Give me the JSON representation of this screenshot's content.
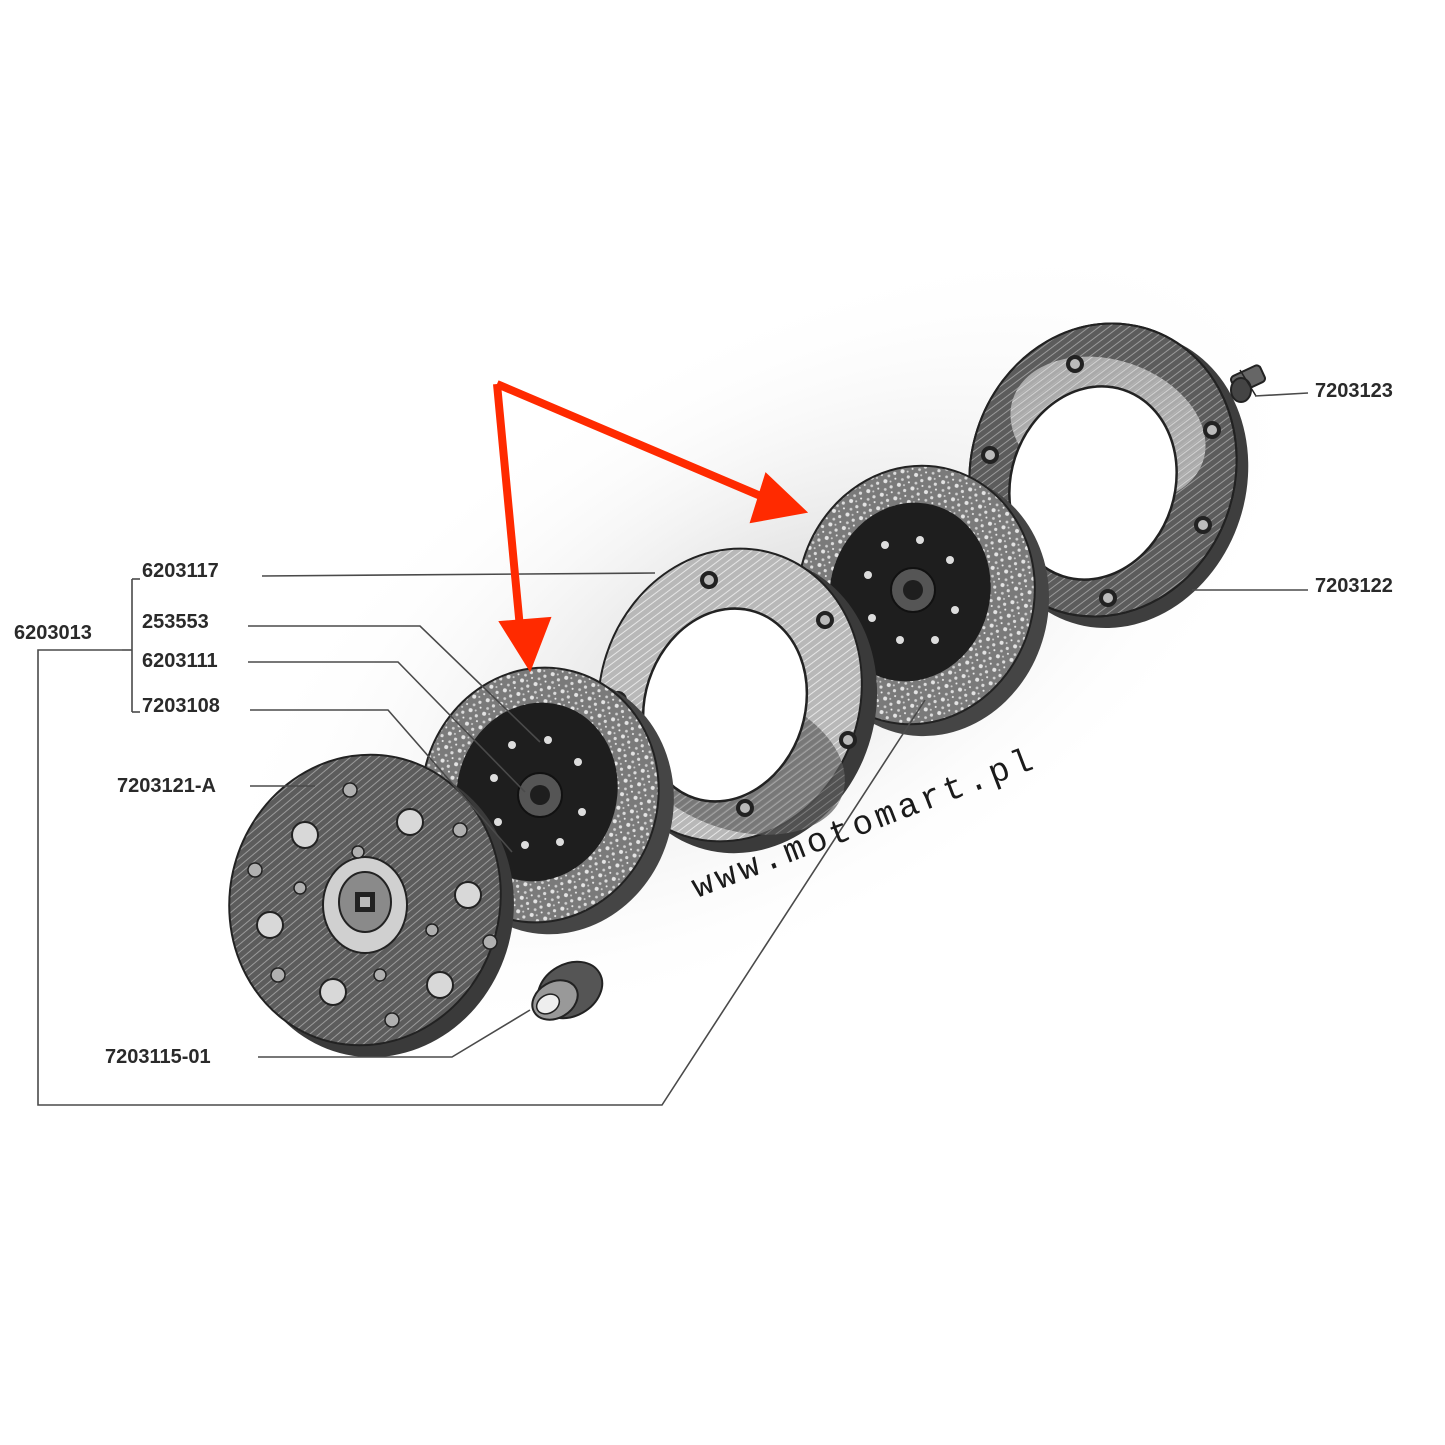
{
  "diagram": {
    "parts": {
      "assembly": "6203013",
      "p1": "6203117",
      "p2": "253553",
      "p3": "6203111",
      "p4": "7203108",
      "p5": "7203121-A",
      "p6": "7203115-01",
      "p7": "7203123",
      "p8": "7203122"
    },
    "watermark": "www.motomart.pl",
    "colors": {
      "arrow": "#ff2a00",
      "ink": "#2a2a2a",
      "plate": "#6e6e6e",
      "friction": "#8a8a8a",
      "hub": "#1e1e1e"
    }
  }
}
